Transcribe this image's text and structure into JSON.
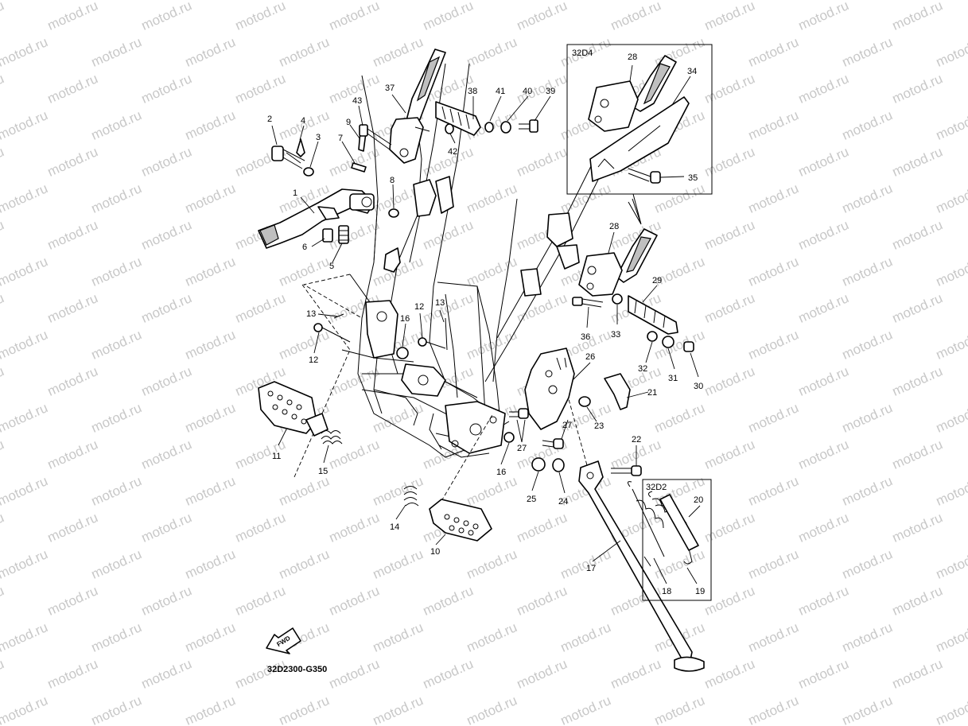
{
  "watermark_text": "motod.ru",
  "diagram_code": "32D2300-G350",
  "fwd_label": "FWD",
  "inset_labels": {
    "footrest_bracket": "32D4",
    "sidestand_spring": "32D2"
  },
  "callouts": [
    "1",
    "2",
    "3",
    "4",
    "5",
    "6",
    "7",
    "8",
    "9",
    "10",
    "11",
    "12",
    "12",
    "13",
    "13",
    "14",
    "15",
    "16",
    "16",
    "17",
    "18",
    "19",
    "20",
    "21",
    "22",
    "23",
    "24",
    "25",
    "26",
    "27",
    "27",
    "28",
    "28",
    "29",
    "30",
    "31",
    "32",
    "33",
    "34",
    "35",
    "36",
    "37",
    "38",
    "39",
    "40",
    "41",
    "42",
    "43"
  ],
  "colors": {
    "line": "#000000",
    "background": "#ffffff",
    "watermark": "#c8c8c8"
  }
}
